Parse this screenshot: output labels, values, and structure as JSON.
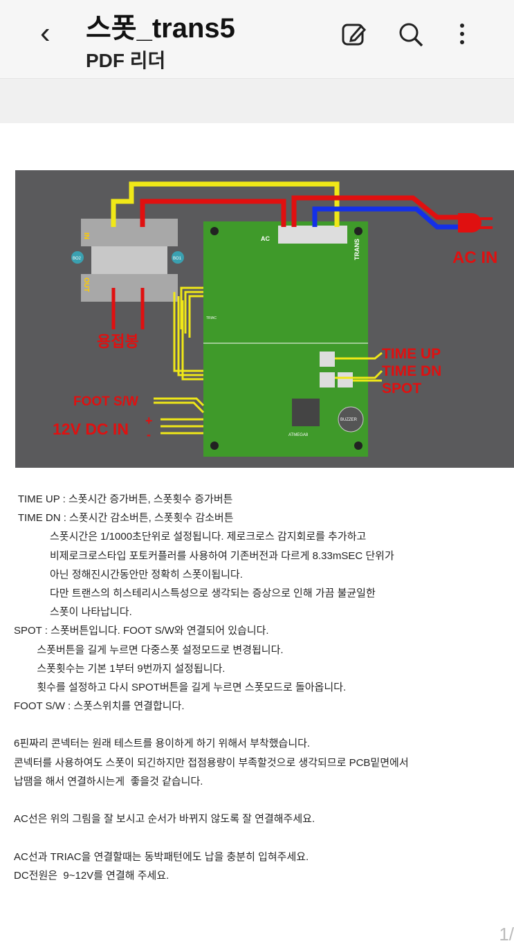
{
  "header": {
    "title": "스폿_trans5",
    "subtitle": "PDF 리더"
  },
  "icons": [
    "back-icon",
    "edit-icon",
    "search-icon",
    "more-icon"
  ],
  "diagram": {
    "labels": {
      "ac_in": "AC IN",
      "welding_rod": "용접봉",
      "time_up": "TIME UP",
      "time_dn": "TIME DN",
      "spot": "SPOT",
      "foot_sw": "FOOT S/W",
      "dc_in": "12V DC IN",
      "plus": "+",
      "minus": "-",
      "trans_in": "IN",
      "trans_out": "OUT",
      "bo1": "BO1",
      "bo2": "BO2",
      "ac": "AC",
      "trans": "TRANS",
      "buzzer": "BUZZER",
      "mcu": "ATMEGA8",
      "triac": "TRIAC"
    },
    "colors": {
      "bg": "#5a5a5c",
      "pcb": "#3f9a2a",
      "red": "#e01010",
      "yellow": "#f0e818",
      "blue": "#1430e8"
    }
  },
  "body_lines": [
    " TIME UP : 스폿시간 증가버튼, 스폿횟수 증가버튼",
    " TIME DN : 스폿시간 감소버튼, 스폿횟수 감소버튼",
    "            스폿시간은 1/1000초단위로 설정됩니다. 제로크로스 감지회로를 추가하고",
    "            비제로크로스타입 포토커플러를 사용하여 기존버전과 다르게 8.33mSEC 단위가",
    "            아닌 정해진시간동안만 정확히 스폿이됩니다.",
    "            다만 트랜스의 히스테리시스특성으로 생각되는 증상으로 인해 가끔 불균일한",
    "            스폿이 나타납니다.",
    "SPOT : 스폿버튼입니다. FOOT S/W와 연결되어 있습니다.",
    "        스폿버튼을 길게 누르면 다중스폿 설정모드로 변경됩니다.",
    "        스폿횟수는 기본 1부터 9번까지 설정됩니다.",
    "        횟수를 설정하고 다시 SPOT버튼을 길게 누르면 스폿모드로 돌아옵니다.",
    "FOOT S/W : 스폿스위치를 연결합니다.",
    "",
    "6핀짜리 콘넥터는 원래 테스트를 용이하게 하기 위해서 부착했습니다.",
    "콘넥터를 사용하여도 스폿이 되긴하지만 접점용량이 부족할것으로 생각되므로 PCB밑면에서",
    "납땜을 해서 연결하시는게  좋을것 같습니다.",
    "",
    "AC선은 위의 그림을 잘 보시고 순서가 바뀌지 않도록 잘 연결해주세요.",
    "",
    "AC선과 TRIAC을 연결할때는 동박패턴에도 납을 충분히 입혀주세요.",
    "DC전원은  9~12V를 연결해 주세요."
  ],
  "page_indicator": "1/"
}
